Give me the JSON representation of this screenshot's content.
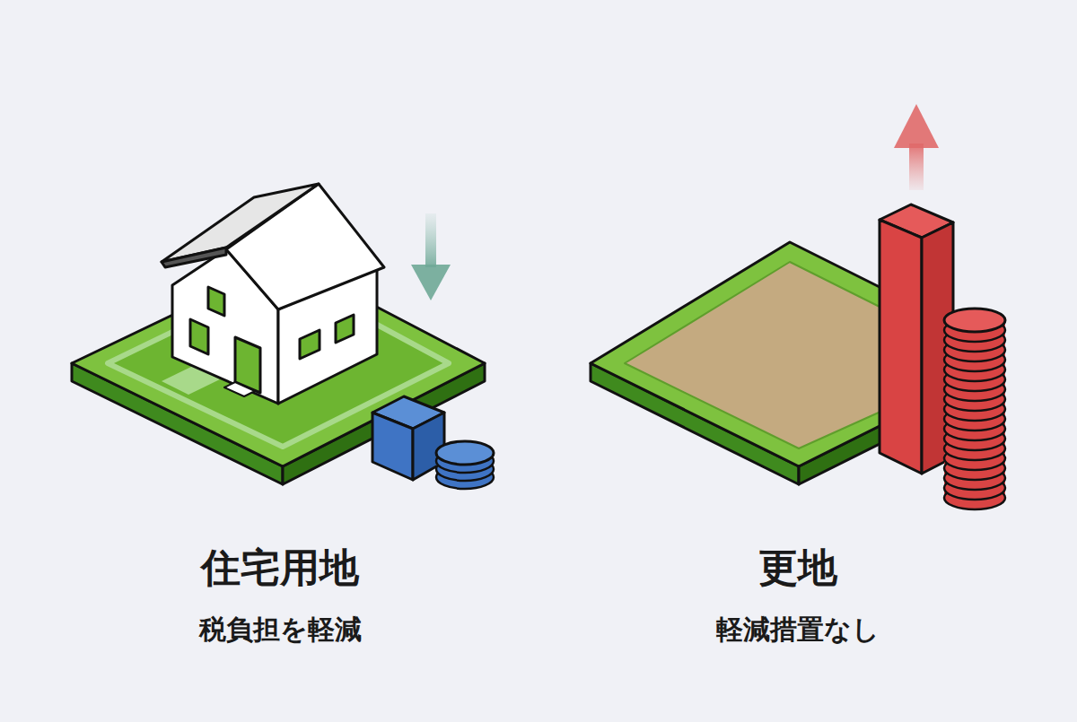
{
  "diagram": {
    "labels": [
      "住宅用地",
      "税負担を軽減",
      "更地",
      "軽減措置なし"
    ]
  }
}
